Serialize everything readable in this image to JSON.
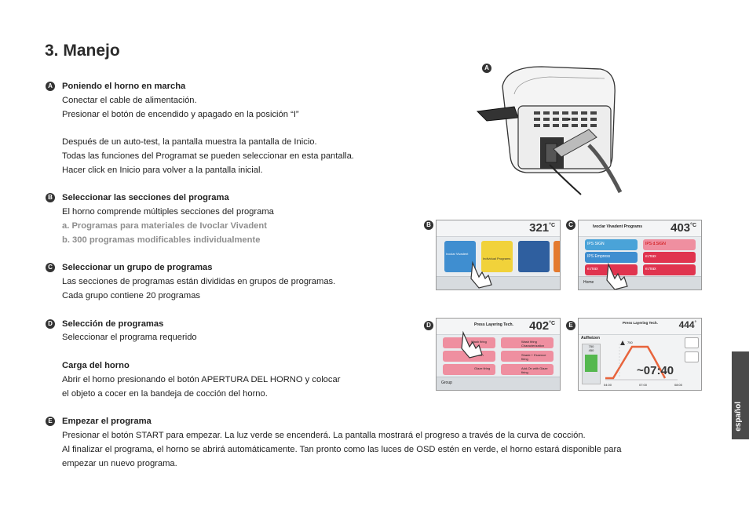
{
  "page": {
    "title": "3. Manejo",
    "sidebar_tab": "español"
  },
  "sections": {
    "a": {
      "badge": "A",
      "heading": "Poniendo el horno en marcha",
      "lines": [
        "Conectar el cable de alimentación.",
        "Presionar el botón de encendido y apagado en la posición “I”",
        "Después de un auto-test, la pantalla muestra la pantalla de Inicio.",
        "Todas las funciones del Programat se pueden seleccionar en esta pantalla.",
        "Hacer click en Inicio para volver a la pantalla inicial."
      ]
    },
    "b": {
      "badge": "B",
      "heading": "Seleccionar las secciones del programa",
      "lines": [
        "El horno comprende múltiples secciones del programa",
        "a. Programas para materiales de Ivoclar Vivadent",
        "b. 300 programas modificables individualmente"
      ]
    },
    "c": {
      "badge": "C",
      "heading": "Seleccionar un grupo de programas",
      "lines": [
        "Las secciones de programas están divididas en grupos de programas.",
        "Cada grupo contiene 20 programas"
      ]
    },
    "d": {
      "badge": "D",
      "heading": "Selección de programas",
      "lines": [
        "Seleccionar el programa requerido"
      ],
      "sub_heading": "Carga del horno",
      "sub_lines": [
        "Abrir el horno presionando el botón APERTURA DEL HORNO y colocar",
        "el objeto a cocer en la bandeja de cocción del horno."
      ]
    },
    "e": {
      "badge": "E",
      "heading": "Empezar el programa",
      "lines": [
        "Presionar el botón START para empezar. La luz verde se encenderá. La pantalla mostrará el progreso a través de la curva de cocción.",
        "Al finalizar el programa, el horno se abrirá automáticamente. Tan pronto como las luces de OSD estén en verde, el horno estará disponible para",
        "empezar un nuevo programa."
      ]
    }
  },
  "figures": {
    "a": {
      "badge": "A"
    },
    "b": {
      "badge": "B",
      "temp": "321",
      "unit": "°C",
      "tile_labels": [
        "Ivoclar Vivadent",
        "Individual Programs"
      ]
    },
    "c": {
      "badge": "C",
      "temp": "403",
      "unit": "°C",
      "header": "Ivoclar Vivadent Programs",
      "tiles": [
        "IPS SIGN",
        "IPS d.SIGN",
        "IPS Empress",
        "e.max",
        "e.max",
        "e.max"
      ],
      "back": "Home"
    },
    "d": {
      "badge": "D",
      "temp": "402",
      "unit": "°C",
      "header": "Press Layering Tech.",
      "tiles": [
        "Wash firing",
        "Wash firing Characterization",
        "Dentin",
        "Shade + Essence firing",
        "Glaze firing",
        "Add-On with Glaze firing"
      ],
      "back": "Group"
    },
    "e": {
      "badge": "E",
      "temp": "444",
      "unit": "°",
      "header": "Press Layering Tech.",
      "status": "Aufheizen",
      "time": "~07:40",
      "peak": "750",
      "left_values": [
        "750",
        "450"
      ],
      "axis": [
        "04:00",
        "07:00",
        "08:00"
      ]
    }
  },
  "colors": {
    "tile_blue": "#3f8ed0",
    "tile_yellow": "#f1d23a",
    "tile_blue_dark": "#2f5f9f",
    "tile_red": "#e0344f",
    "tile_pink": "#ef8fa0",
    "curve": "#e8643c",
    "badge": "#333333"
  }
}
